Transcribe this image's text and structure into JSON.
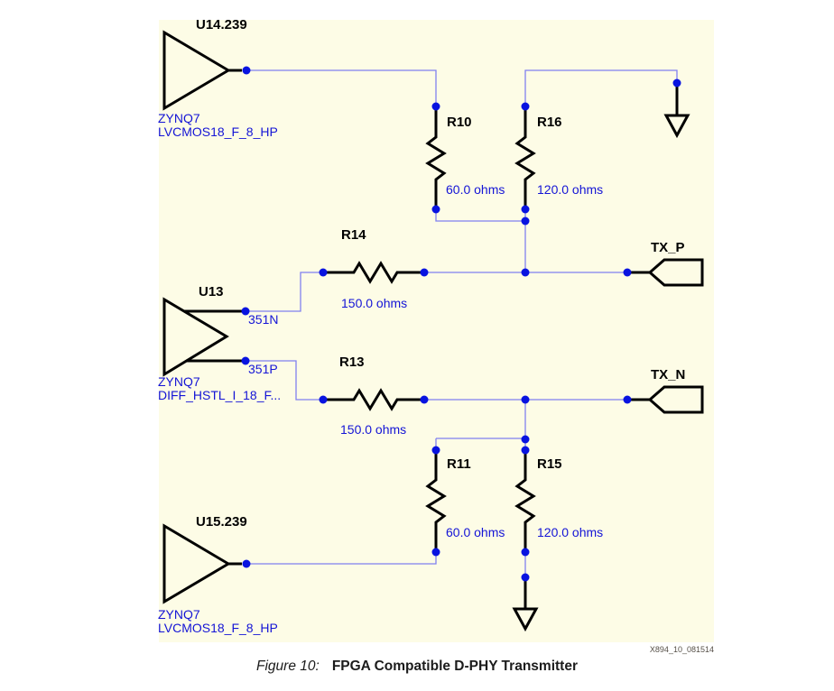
{
  "caption": {
    "figure_label": "Figure 10:",
    "title": "FPGA Compatible D-PHY Transmitter"
  },
  "watermark": "X894_10_081514",
  "components": {
    "u14": {
      "ref": "U14.239",
      "device": "ZYNQ7",
      "iostandard": "LVCMOS18_F_8_HP"
    },
    "u13": {
      "ref": "U13",
      "device": "ZYNQ7",
      "iostandard": "DIFF_HSTL_I_18_F...",
      "pin_n": "351N",
      "pin_p": "351P"
    },
    "u15": {
      "ref": "U15.239",
      "device": "ZYNQ7",
      "iostandard": "LVCMOS18_F_8_HP"
    },
    "r10": {
      "ref": "R10",
      "value": "60.0 ohms"
    },
    "r16": {
      "ref": "R16",
      "value": "120.0 ohms"
    },
    "r14": {
      "ref": "R14",
      "value": "150.0 ohms"
    },
    "r13": {
      "ref": "R13",
      "value": "150.0 ohms"
    },
    "r11": {
      "ref": "R11",
      "value": "60.0 ohms"
    },
    "r15": {
      "ref": "R15",
      "value": "120.0 ohms"
    }
  },
  "ports": {
    "tx_p": "TX_P",
    "tx_n": "TX_N"
  },
  "colors": {
    "canvas_background": "#fdfce6",
    "wire_blue": "#8080f0",
    "junction_blue": "#0813e0",
    "label_blue": "#1414d6",
    "symbol_black": "#000000"
  }
}
